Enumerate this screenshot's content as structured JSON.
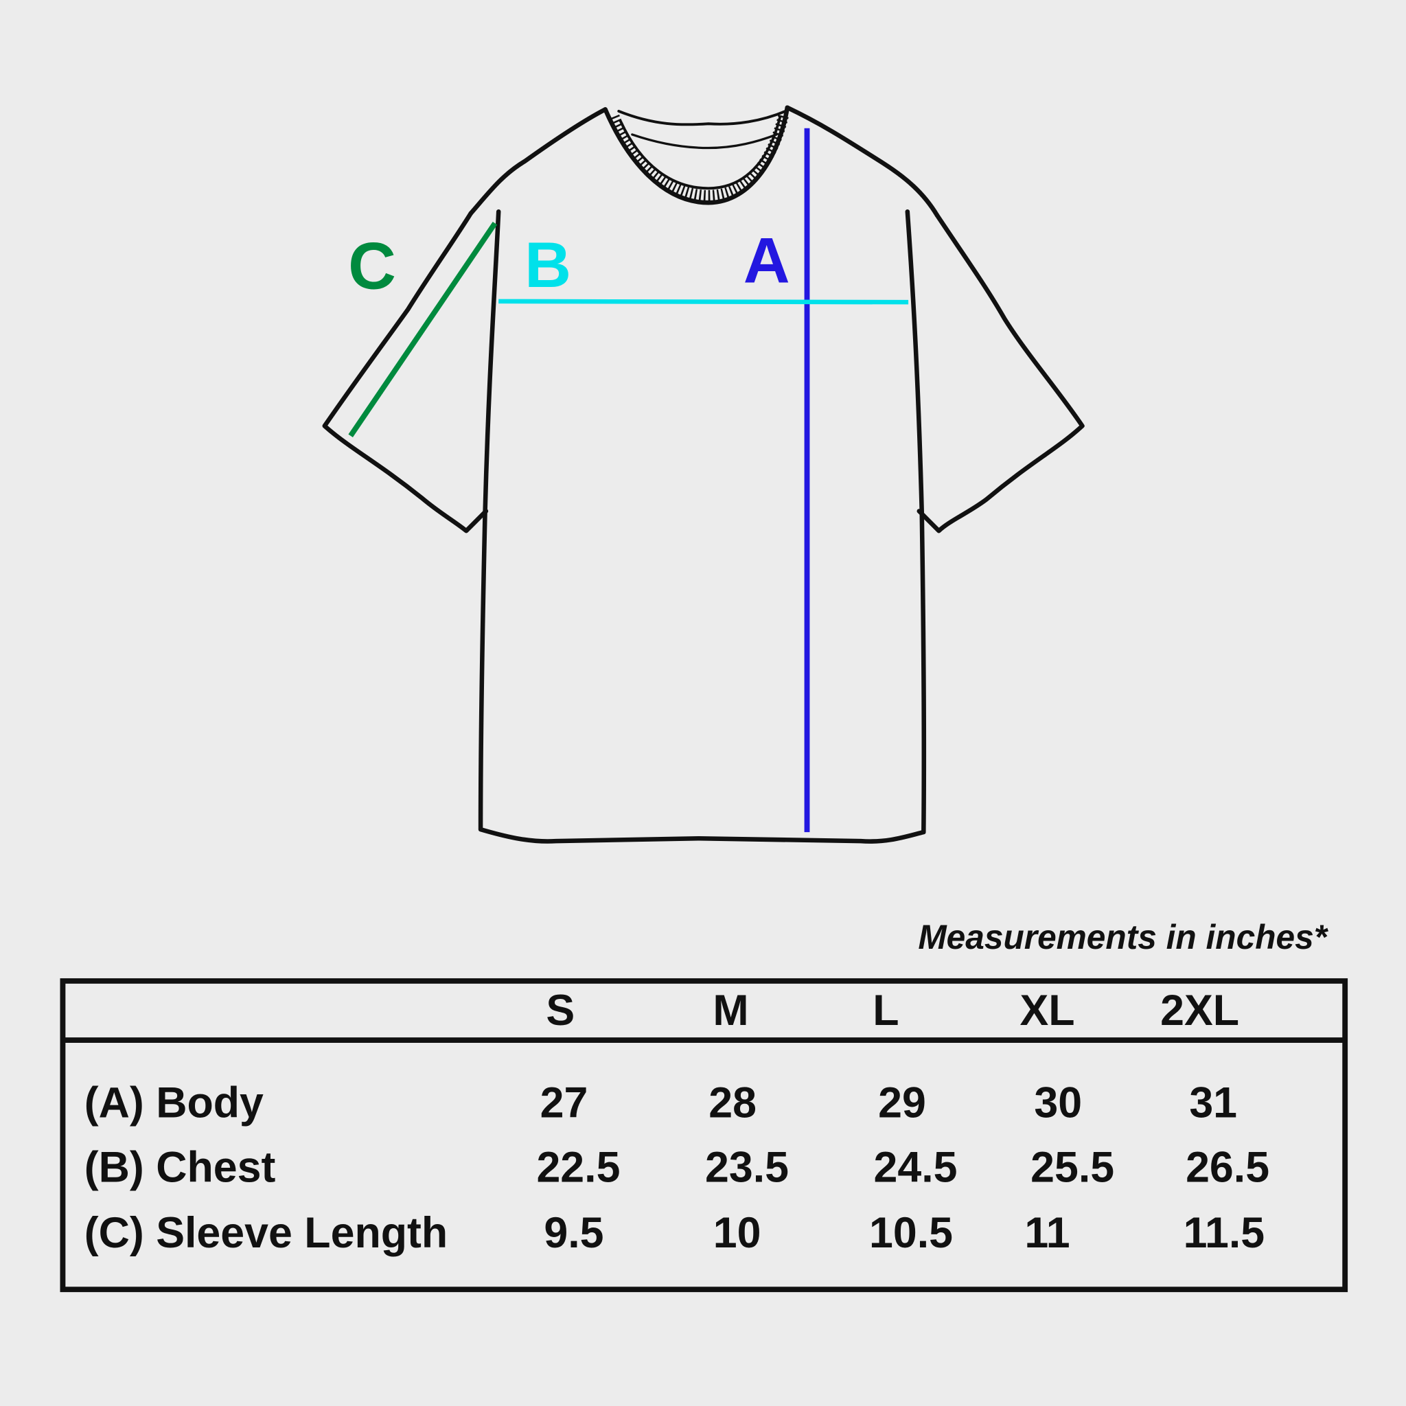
{
  "diagram": {
    "labels": {
      "a": "A",
      "b": "B",
      "c": "C"
    },
    "colors": {
      "a": "#2317e0",
      "b": "#00e1ea",
      "c": "#008a3e",
      "background": "#ececec"
    }
  },
  "note": "Measurements in inches*",
  "table": {
    "sizes": [
      "S",
      "M",
      "L",
      "XL",
      "2XL"
    ],
    "rows": [
      {
        "label": "(A) Body",
        "values": [
          "27",
          "28",
          "29",
          "30",
          "31"
        ]
      },
      {
        "label": "(B) Chest",
        "values": [
          "22.5",
          "23.5",
          "24.5",
          "25.5",
          "26.5"
        ]
      },
      {
        "label": "(C) Sleeve Length",
        "values": [
          "9.5",
          "10",
          "10.5",
          "11",
          "11.5"
        ]
      }
    ]
  }
}
